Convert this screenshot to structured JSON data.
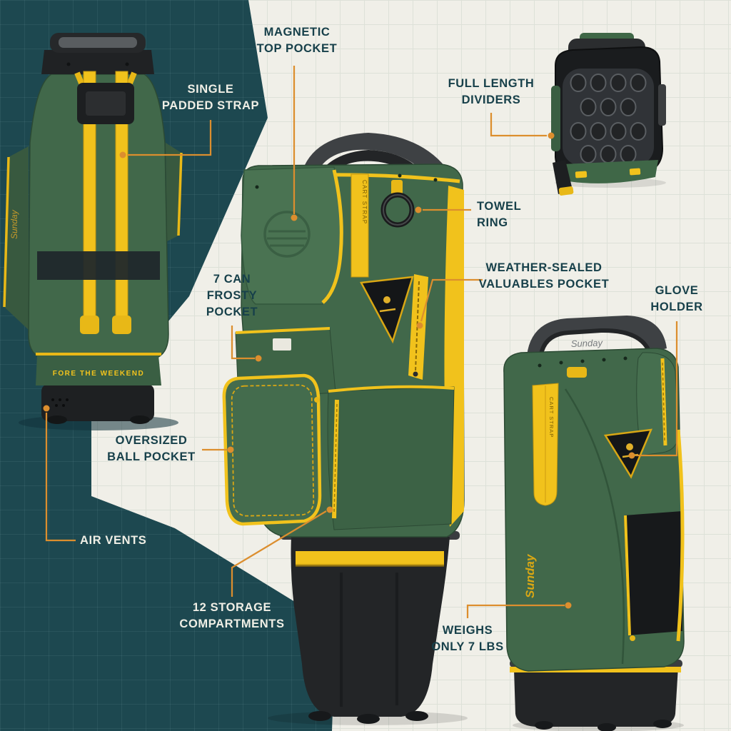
{
  "title": "Golf cart bag features infographic",
  "colors": {
    "panel_dark": "#1d4850",
    "panel_light": "#f0efe8",
    "accent_orange": "#dc8e2e",
    "bag_green": "#41684a",
    "bag_yellow": "#f1c21c",
    "label_dark": "#17404a",
    "label_light": "#f0efe6"
  },
  "brand": {
    "base_text": "FORE THE WEEKEND",
    "script_logo": "Sunday",
    "strap_text": "CART STRAP"
  },
  "callouts": {
    "magnetic_top_pocket": {
      "lines": [
        "MAGNETIC",
        "TOP POCKET"
      ]
    },
    "single_padded_strap": {
      "lines": [
        "SINGLE",
        "PADDED STRAP"
      ]
    },
    "full_length_dividers": {
      "lines": [
        "FULL LENGTH",
        "DIVIDERS"
      ]
    },
    "towel_ring": {
      "lines": [
        "TOWEL",
        "RING"
      ]
    },
    "weather_sealed_valuables_pocket": {
      "lines": [
        "WEATHER-SEALED",
        "VALUABLES POCKET"
      ]
    },
    "glove_holder": {
      "lines": [
        "GLOVE",
        "HOLDER"
      ]
    },
    "seven_can_frosty_pocket": {
      "lines": [
        "7 CAN",
        "FROSTY",
        "POCKET"
      ]
    },
    "oversized_ball_pocket": {
      "lines": [
        "OVERSIZED",
        "BALL POCKET"
      ]
    },
    "air_vents": {
      "lines": [
        "AIR VENTS"
      ]
    },
    "twelve_storage_compartments": {
      "lines": [
        "12 STORAGE",
        "COMPARTMENTS"
      ]
    },
    "weighs_only_7_lbs": {
      "lines": [
        "WEIGHS",
        "ONLY 7 LBS"
      ]
    }
  }
}
